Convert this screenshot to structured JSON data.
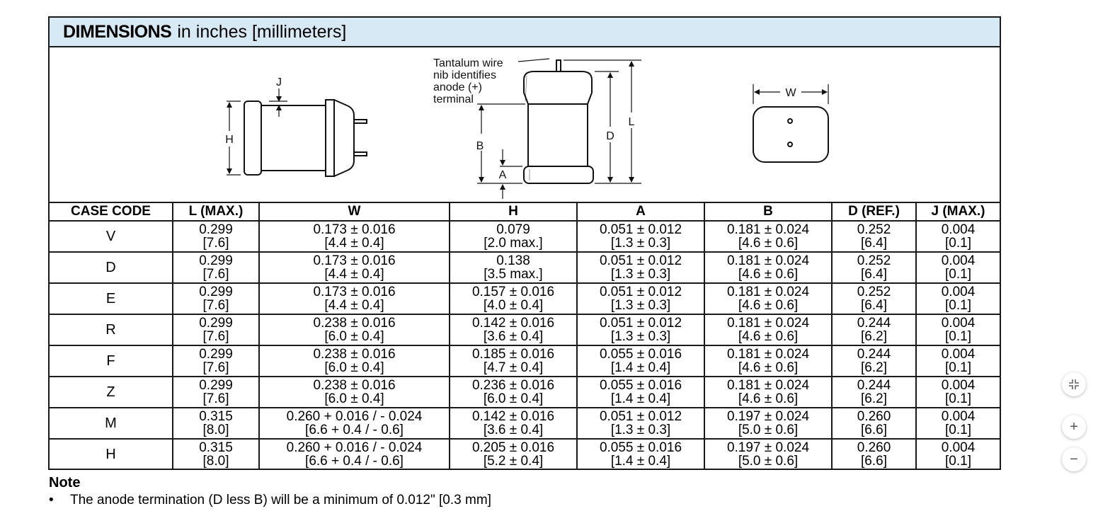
{
  "header": {
    "bold": "DIMENSIONS",
    "rest": "in inches [millimeters]"
  },
  "drawing": {
    "side_labels": {
      "j": "J",
      "h": "H"
    },
    "front_note": [
      "Tantalum wire",
      "nib identifies",
      "anode (+)",
      "terminal"
    ],
    "front_labels": {
      "l": "L",
      "d": "D",
      "b": "B",
      "a": "A"
    },
    "top_label": "W"
  },
  "table": {
    "headers": [
      "CASE CODE",
      "L (MAX.)",
      "W",
      "H",
      "A",
      "B",
      "D (REF.)",
      "J (MAX.)"
    ],
    "rows": [
      {
        "code": "V",
        "cells": [
          [
            "0.299",
            "[7.6]"
          ],
          [
            "0.173 ± 0.016",
            "[4.4 ± 0.4]"
          ],
          [
            "0.079",
            "[2.0 max.]"
          ],
          [
            "0.051 ± 0.012",
            "[1.3 ± 0.3]"
          ],
          [
            "0.181 ± 0.024",
            "[4.6 ± 0.6]"
          ],
          [
            "0.252",
            "[6.4]"
          ],
          [
            "0.004",
            "[0.1]"
          ]
        ]
      },
      {
        "code": "D",
        "cells": [
          [
            "0.299",
            "[7.6]"
          ],
          [
            "0.173 ± 0.016",
            "[4.4 ± 0.4]"
          ],
          [
            "0.138",
            "[3.5 max.]"
          ],
          [
            "0.051 ± 0.012",
            "[1.3 ± 0.3]"
          ],
          [
            "0.181 ± 0.024",
            "[4.6 ± 0.6]"
          ],
          [
            "0.252",
            "[6.4]"
          ],
          [
            "0.004",
            "[0.1]"
          ]
        ]
      },
      {
        "code": "E",
        "cells": [
          [
            "0.299",
            "[7.6]"
          ],
          [
            "0.173 ± 0.016",
            "[4.4 ± 0.4]"
          ],
          [
            "0.157 ± 0.016",
            "[4.0 ± 0.4]"
          ],
          [
            "0.051 ± 0.012",
            "[1.3 ± 0.3]"
          ],
          [
            "0.181 ± 0.024",
            "[4.6 ± 0.6]"
          ],
          [
            "0.252",
            "[6.4]"
          ],
          [
            "0.004",
            "[0.1]"
          ]
        ]
      },
      {
        "code": "R",
        "cells": [
          [
            "0.299",
            "[7.6]"
          ],
          [
            "0.238 ± 0.016",
            "[6.0 ± 0.4]"
          ],
          [
            "0.142 ± 0.016",
            "[3.6 ± 0.4]"
          ],
          [
            "0.051 ± 0.012",
            "[1.3 ± 0.3]"
          ],
          [
            "0.181 ± 0.024",
            "[4.6 ± 0.6]"
          ],
          [
            "0.244",
            "[6.2]"
          ],
          [
            "0.004",
            "[0.1]"
          ]
        ]
      },
      {
        "code": "F",
        "cells": [
          [
            "0.299",
            "[7.6]"
          ],
          [
            "0.238 ± 0.016",
            "[6.0 ± 0.4]"
          ],
          [
            "0.185 ± 0.016",
            "[4.7 ± 0.4]"
          ],
          [
            "0.055 ± 0.016",
            "[1.4 ± 0.4]"
          ],
          [
            "0.181 ± 0.024",
            "[4.6 ± 0.6]"
          ],
          [
            "0.244",
            "[6.2]"
          ],
          [
            "0.004",
            "[0.1]"
          ]
        ]
      },
      {
        "code": "Z",
        "cells": [
          [
            "0.299",
            "[7.6]"
          ],
          [
            "0.238 ± 0.016",
            "[6.0 ± 0.4]"
          ],
          [
            "0.236 ± 0.016",
            "[6.0 ± 0.4]"
          ],
          [
            "0.055 ± 0.016",
            "[1.4 ± 0.4]"
          ],
          [
            "0.181 ± 0.024",
            "[4.6 ± 0.6]"
          ],
          [
            "0.244",
            "[6.2]"
          ],
          [
            "0.004",
            "[0.1]"
          ]
        ]
      },
      {
        "code": "M",
        "cells": [
          [
            "0.315",
            "[8.0]"
          ],
          [
            "0.260 + 0.016 / - 0.024",
            "[6.6 + 0.4 / - 0.6]"
          ],
          [
            "0.142 ± 0.016",
            "[3.6 ± 0.4]"
          ],
          [
            "0.051 ± 0.012",
            "[1.3 ± 0.3]"
          ],
          [
            "0.197 ± 0.024",
            "[5.0 ± 0.6]"
          ],
          [
            "0.260",
            "[6.6]"
          ],
          [
            "0.004",
            "[0.1]"
          ]
        ]
      },
      {
        "code": "H",
        "cells": [
          [
            "0.315",
            "[8.0]"
          ],
          [
            "0.260 + 0.016 / - 0.024",
            "[6.6 + 0.4 / - 0.6]"
          ],
          [
            "0.205 ± 0.016",
            "[5.2 ± 0.4]"
          ],
          [
            "0.055 ± 0.016",
            "[1.4 ± 0.4]"
          ],
          [
            "0.197 ± 0.024",
            "[5.0 ± 0.6]"
          ],
          [
            "0.260",
            "[6.6]"
          ],
          [
            "0.004",
            "[0.1]"
          ]
        ]
      }
    ]
  },
  "note": {
    "title": "Note",
    "items": [
      "The anode termination (D less B) will be a minimum of 0.012\" [0.3 mm]"
    ]
  },
  "viewer": {
    "icons": [
      "fit-page-icon",
      "zoom-in-icon",
      "zoom-out-icon"
    ],
    "zoom_in_glyph": "+",
    "zoom_out_glyph": "−"
  }
}
